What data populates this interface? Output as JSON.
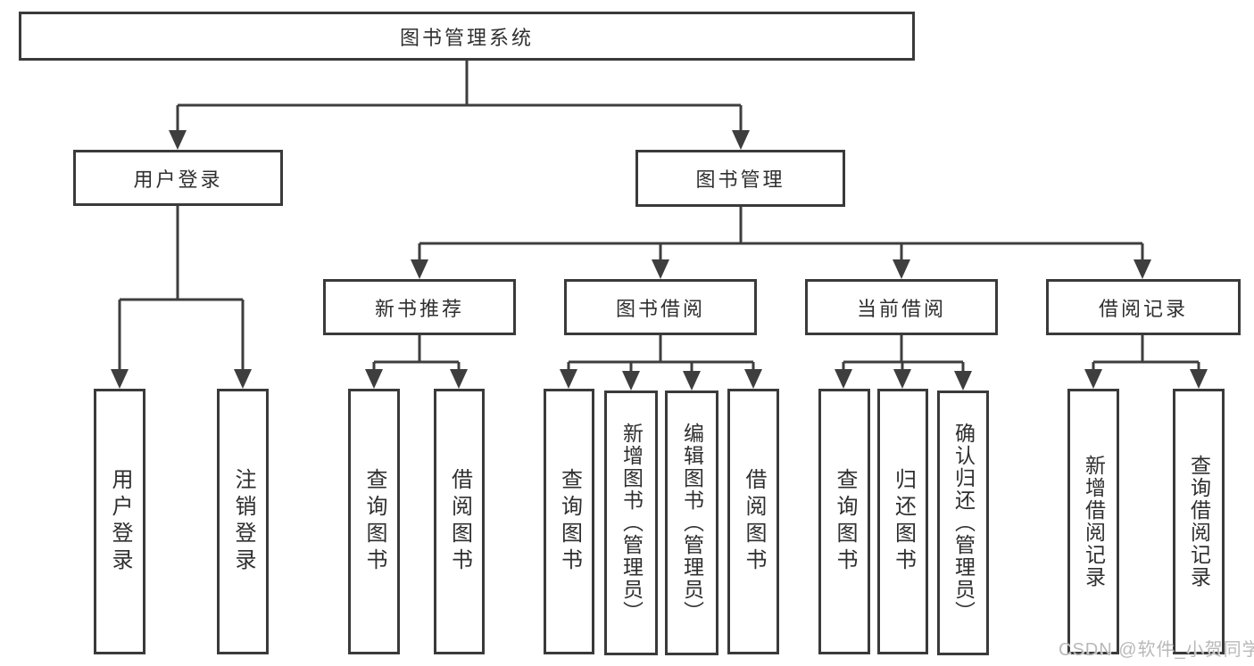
{
  "diagram": {
    "type": "hierarchy",
    "background": "#ffffff",
    "line_color": "#3e3e3e",
    "box_border_color": "#3a3a3a",
    "text_color": "#2f2f2f",
    "watermark": {
      "text": "CSDN @软件_小贺同学",
      "color": "#b9b9b9"
    }
  },
  "tree": {
    "label": "图书管理系统",
    "children": [
      {
        "label": "用户登录",
        "children": [
          {
            "label": "用户登录"
          },
          {
            "label": "注销登录"
          }
        ]
      },
      {
        "label": "图书管理",
        "children": [
          {
            "label": "新书推荐",
            "children": [
              {
                "label": "查询图书"
              },
              {
                "label": "借阅图书"
              }
            ]
          },
          {
            "label": "图书借阅",
            "children": [
              {
                "label": "查询图书"
              },
              {
                "label": "新增图书（管理员）"
              },
              {
                "label": "编辑图书（管理员）"
              },
              {
                "label": "借阅图书"
              }
            ]
          },
          {
            "label": "当前借阅",
            "children": [
              {
                "label": "查询图书"
              },
              {
                "label": "归还图书"
              },
              {
                "label": "确认归还（管理员）"
              }
            ]
          },
          {
            "label": "借阅记录",
            "children": [
              {
                "label": "新增借阅记录"
              },
              {
                "label": "查询借阅记录"
              }
            ]
          }
        ]
      }
    ]
  }
}
